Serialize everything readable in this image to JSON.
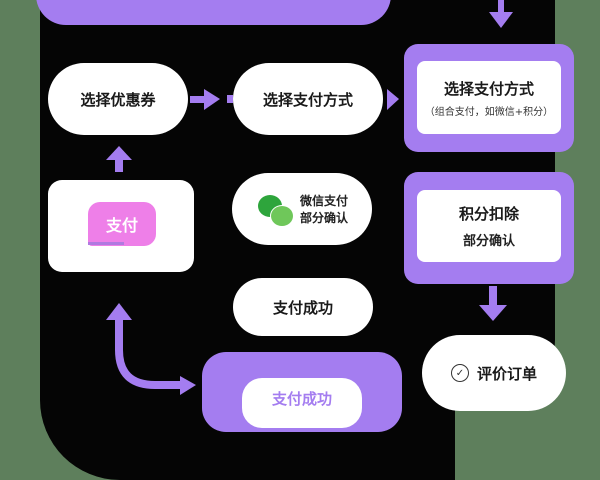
{
  "colors": {
    "background": "#5e7f5c",
    "panel": "#050505",
    "accent": "#a47df0",
    "node": "#ffffff",
    "pay_icon": "#ee7fe8",
    "wechat_green": "#2ea53c"
  },
  "nodes": {
    "select_coupon": "选择优惠券",
    "select_payment_pill": "选择支付方式",
    "select_payment_box": {
      "title": "选择支付方式",
      "subtitle": "（组合支付，如微信+积分）"
    },
    "points_deduction": {
      "title": "积分扣除",
      "subtitle": "部分确认"
    },
    "wechat_pay": {
      "line1": "微信支付",
      "line2": "部分确认"
    },
    "payment_success": "支付成功",
    "rate_order": "评价订单",
    "payment_success_box": "支付成功",
    "pay_app_icon_label": "支付"
  },
  "icons": {
    "app": "pay-app-icon",
    "wechat": "wechat-icon",
    "check": "check-circle-icon"
  }
}
